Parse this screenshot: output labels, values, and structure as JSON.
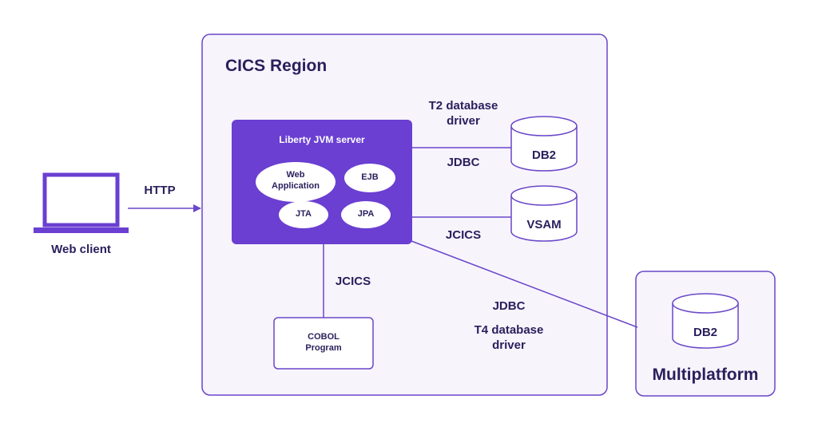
{
  "diagram": {
    "region_title": "CICS Region",
    "jvm_title": "Liberty JVM server",
    "components": {
      "web_app": "Web\nApplication",
      "ejb": "EJB",
      "jta": "JTA",
      "jpa": "JPA"
    },
    "web_client": "Web client",
    "http": "HTTP",
    "t2_driver": "T2 database\ndriver",
    "jdbc_top": "JDBC",
    "db2_local": "DB2",
    "vsam": "VSAM",
    "jcics_right": "JCICS",
    "jcics_down": "JCICS",
    "cobol": "COBOL\nProgram",
    "jdbc_remote": "JDBC",
    "t4_driver": "T4 database\ndriver",
    "db2_remote": "DB2",
    "multiplatform": "Multiplatform"
  },
  "colors": {
    "stroke": "#6a47c8",
    "region_fill": "#f7f4fc",
    "jvm_fill": "#6a3fd1",
    "text": "#2a1f5c"
  }
}
